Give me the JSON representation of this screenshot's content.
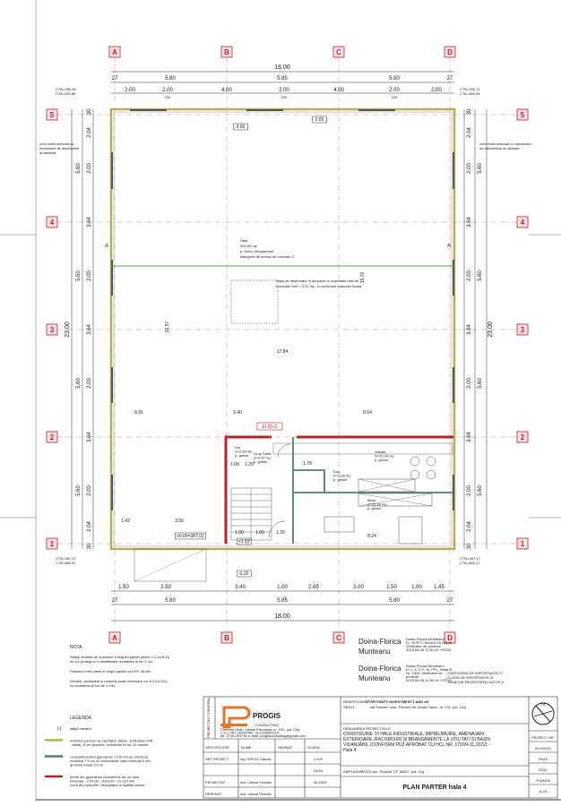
{
  "grid": {
    "columns": [
      "A",
      "B",
      "C",
      "D"
    ],
    "rows": [
      "5",
      "4",
      "3",
      "2",
      "1"
    ]
  },
  "dims": {
    "overall_width": "18.00",
    "overall_height": "23.00",
    "top_bays": [
      "27",
      "5.80",
      "5.85",
      "5.80",
      "27"
    ],
    "top_openings": [
      "2.00",
      "2.00",
      "4.00",
      "2.00",
      "4.00",
      "2.00",
      "2.00"
    ],
    "top_openings_sub": [
      "100",
      "100",
      "100"
    ],
    "side_bays": [
      "5.60",
      "5.60",
      "5.60",
      "5.60"
    ],
    "side_detail": [
      "30",
      "2.04",
      "2.00",
      "3.64",
      "2.00",
      "3.64",
      "2.00",
      "3.64",
      "2.00",
      "2.04",
      "30"
    ],
    "bottom_openings": [
      "1.50",
      "3.50",
      "3.40",
      "1.00",
      "2.65",
      "2.00",
      "1.50",
      "1.00",
      "1.45"
    ],
    "bottom_bays": [
      "27",
      "5.80",
      "5.85",
      "5.80",
      "27"
    ],
    "interior": [
      "8.91",
      "2.40",
      "8.54",
      "17.84",
      "22.57",
      "15.76",
      "1.78",
      "8.24",
      "1.42",
      "3.56",
      "1.00",
      "1.00",
      "1.20",
      "1.20",
      "1.08"
    ]
  },
  "levels": {
    "top_left": [
      "CTN=390,80",
      "CTA=390,85"
    ],
    "top_right": [
      "CTN=390,71",
      "CTA=388,93"
    ],
    "bottom_left": [
      "CTN=387,97",
      "CTA=388,02"
    ],
    "bottom_right": [
      "CTN=387,17",
      "CTA=388,17"
    ]
  },
  "elevation_marks": [
    "-3.80",
    "-3.80",
    "±0.00=387,02",
    "+1.53",
    "-0.20"
  ],
  "section_mark": "A",
  "hall": [
    "Hala",
    "330,65 mp",
    "p. beton elicopterizat",
    "categoria de pericol de incendiu C"
  ],
  "smoke_note": [
    "trapa de desfumare in acoperis cu suprafata utila de",
    "evacuare fum = 3,31 mp, cu actionare manuala locala"
  ],
  "window_note_left": [
    "ochi mobil actionat cu",
    "mecanism de deschidere",
    "la distanta"
  ],
  "window_note_right": [
    "ochi mobil actionat cu mecanism",
    "de deschidere la distanta"
  ],
  "door_tag": "EI 60-C",
  "rooms": [
    {
      "name": "Vestiar",
      "area": "S=20,24 mp",
      "floor": "p. gresie"
    },
    {
      "name": "Birou",
      "area": "S=25,90 mp",
      "floor": "p. gresie"
    },
    {
      "name": "Dus",
      "area": "S=1,60 mp",
      "floor": "p. gresie"
    },
    {
      "name": "Grup Sanit.",
      "area": "S=4,37 mp",
      "floor": "p. gresie"
    },
    {
      "name": "Hol",
      "area": "S=2,69 mp",
      "floor": "p. gresie"
    }
  ],
  "notes": {
    "title": "NOTA",
    "items": [
      [
        "Stalpii metalici de sustinere a etajului partial (axele 1-2 cu B-D)",
        "se vor proteja cu o stratificatie rezistenta la foc 2 ore."
      ],
      [
        "Planseul intre parter si etajul partial va fi RF 45 min"
      ],
      [
        "Grinzile, podestele si rampele scarii interioare vor fi C0 (CA1)",
        "cu rezistenta la foc de 1 min."
      ]
    ]
  },
  "legend": {
    "title": "LEGENDA",
    "items": [
      {
        "symbol": "column",
        "lines": [
          "stalpi metalici"
        ]
      },
      {
        "symbol": "#b8ad5a",
        "lines": [
          "inchideri panouri tip sandwich (tabla - poliuretan PIR",
          "- tabla), 8 cm grosime, rezistente la foc 15 minute"
        ]
      },
      {
        "symbol": "#4f7f7a",
        "lines": [
          "compartimentari gipscarton 12.5 mm pe structura",
          "metalica 7.5 cm cu fonoizolatie vata minerala 5 cm,",
          "grosime totala 10 cm"
        ]
      },
      {
        "symbol": "#c0202a",
        "lines": [
          "pereti din gipscarton rezistent la foc cu vata",
          "minerala - C0/CA1 , A2s1d0 - EI 120 min",
          "zona de productie / depozitare si spatiile anexe"
        ]
      }
    ]
  },
  "signatures": [
    {
      "name": [
        "Doina-Florica",
        "Munteanu"
      ],
      "detail": [
        "Doina-Florica Munteanu",
        "C= ROPTL Seria B Nr 00196",
        "Verificator de proiecte",
        "2023.08.08 10:51:41 +03'00'"
      ]
    },
    {
      "name": [
        "Doina-Florica",
        "Munteanu"
      ],
      "detail": [
        "Doina-Florica Munteanu",
        "E= I, II, II, F, M, PPL, Seria B",
        "Nr. 1303, Verificator de",
        "proiecte",
        "2023.08.08 10:52:04 +03'00'"
      ]
    }
  ],
  "categories": [
    "- CATEGORIA DE IMPORTANTA \"C\"",
    "- CLASA DE IMPORTANTA III",
    "- GRAD DE REZISTENTA LA FOC II"
  ],
  "title_block": {
    "side_label": "PROIECTANT GENERAL",
    "company": "PROGIS",
    "company_sub": "CONSULTING",
    "company_info": [
      "Comuna Gilau, strada Principala nr. 18C, jud. Cluj",
      "C.U.I. RO 29034462, J12/1669/2015",
      "tel. 0745-293799  e-mail: progisconsulting@gmail.com"
    ],
    "headers": [
      "SPECIFICATIE",
      "NUME",
      "SEMNAT",
      "SCARA"
    ],
    "rows": [
      [
        "SEF PROIECT",
        "Ing. SIPOS Claudiu",
        "",
        "1:100"
      ],
      [
        "",
        "",
        "",
        "DATA"
      ],
      [
        "PROIECTAT",
        "Arh. Liliana Vicentiu",
        "",
        "08.2023"
      ],
      [
        "DESENAT",
        "Arh. Liliana Vicentiu",
        "",
        ""
      ]
    ],
    "beneficiar_label": "BENEFICIAR:",
    "beneficiar": "OPORTUNITY INVESTMENT LAND srl",
    "sediu_label": "SEDIU:",
    "sediu": "sat Floresti, com. Floresti, str. Avram Iancu, nr. 232, jud. Cluj",
    "project_label": "DENUMIREA PROIECTULUI",
    "project": [
      "CONSTRUIRE 10 HALE INDUSTRIALE, IMPREJMUIRE, AMENAJARI",
      "EXTERIOARE, RACORDURI SI BRANSAMENTE  LA UTILITATI SI BAZIN",
      "VIDANJABIL (CONFORM PUZ APROBAT CU HCL NR. 172/24.11.2022) -",
      "Hala 4"
    ],
    "amplasament_label": "AMPLASAMENT:",
    "amplasament": "Com. Floresti, CF 88407, jud. Cluj",
    "sheet_title": "PLAN PARTER hala 4",
    "proiect_nr_label": "PROIECT NR.",
    "proiect_nr": "81/4/2022",
    "faza_label": "FAZA",
    "faza": "DTAC",
    "plansa_label": "PLANSA",
    "plansa": "A-03",
    "north": "N"
  },
  "colors": {
    "accent_red": "#c0202a",
    "cladding": "#b8ad5a",
    "partition": "#4f7f7a",
    "section_line": "#5aa05a"
  }
}
